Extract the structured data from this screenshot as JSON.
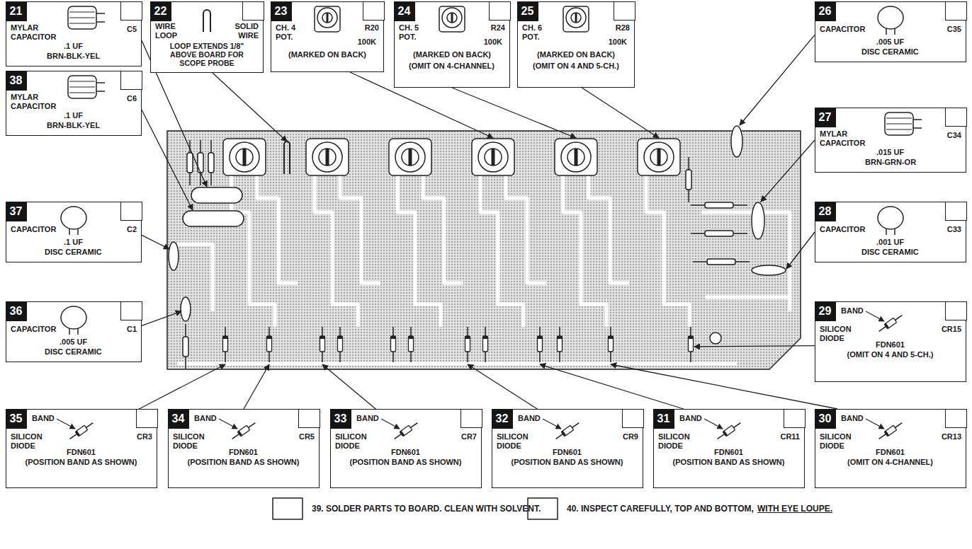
{
  "diagram": {
    "nodes": [
      {
        "text": [
          "21",
          "MYLAR CAPACITOR",
          "C5",
          ".1 UF",
          "BRN-BLK-YEL"
        ]
      },
      {
        "text": [
          "22",
          "WIRE LOOP",
          "SOLID WIRE",
          "LOOP EXTENDS 1/8\" ABOVE BOARD FOR SCOPE PROBE"
        ]
      },
      {
        "text": [
          "23",
          "CH. 4 POT.",
          "R20",
          "100K",
          "(MARKED ON BACK)"
        ]
      },
      {
        "text": [
          "24",
          "CH. 5 POT.",
          "R24",
          "100K",
          "(MARKED ON BACK)",
          "(OMIT ON 4-CHANNEL)"
        ]
      },
      {
        "text": [
          "25",
          "CH. 6 POT.",
          "R28",
          "100K",
          "(MARKED ON BACK)",
          "(OMIT ON 4 AND 5-CH.)"
        ]
      },
      {
        "text": [
          "26",
          "CAPACITOR",
          "C35",
          ".005 UF",
          "DISC CERAMIC"
        ]
      },
      {
        "text": [
          "38",
          "MYLAR CAPACITOR",
          "C6",
          ".1 UF",
          "BRN-BLK-YEL"
        ]
      },
      {
        "text": [
          "27",
          "MYLAR CAPACITOR",
          "C34",
          ".015 UF",
          "BRN-GRN-OR"
        ]
      },
      {
        "text": [
          "37",
          "CAPACITOR",
          "C2",
          ".1 UF",
          "DISC CERAMIC"
        ]
      },
      {
        "text": [
          "28",
          "CAPACITOR",
          "C33",
          ".001 UF",
          "DISC CERAMIC"
        ]
      },
      {
        "text": [
          "36",
          "CAPACITOR",
          "C1",
          ".005 UF",
          "DISC CERAMIC"
        ]
      },
      {
        "text": [
          "29",
          "BAND",
          "SILICON DIODE",
          "CR15",
          "FDN601",
          "(OMIT ON 4 AND 5-CH.)"
        ]
      },
      {
        "text": [
          "35",
          "BAND",
          "SILICON DIODE",
          "CR3",
          "FDN601",
          "(POSITION BAND AS SHOWN)"
        ]
      },
      {
        "text": [
          "34",
          "BAND",
          "SILICON DIODE",
          "CR5",
          "FDN601",
          "(POSITION BAND AS SHOWN)"
        ]
      },
      {
        "text": [
          "33",
          "BAND",
          "SILICON DIODE",
          "CR7",
          "FDN601",
          "(POSITION BAND AS SHOWN)"
        ]
      },
      {
        "text": [
          "32",
          "BAND",
          "SILICON DIODE",
          "CR9",
          "FDN601",
          "(POSITION BAND AS SHOWN)"
        ]
      },
      {
        "text": [
          "31",
          "BAND",
          "SILICON DIODE",
          "CR11",
          "FDN601",
          "(POSITION BAND AS SHOWN)"
        ]
      },
      {
        "text": [
          "30",
          "BAND",
          "SILICON DIODE",
          "CR13",
          "FDN601",
          "(OMIT ON 4-CHANNEL)"
        ]
      }
    ],
    "labels": [
      "39. SOLDER PARTS TO BOARD. CLEAN WITH SOLVENT.",
      "40. INSPECT CAREFULLY, TOP AND BOTTOM,",
      "WITH EYE LOUPE."
    ]
  }
}
